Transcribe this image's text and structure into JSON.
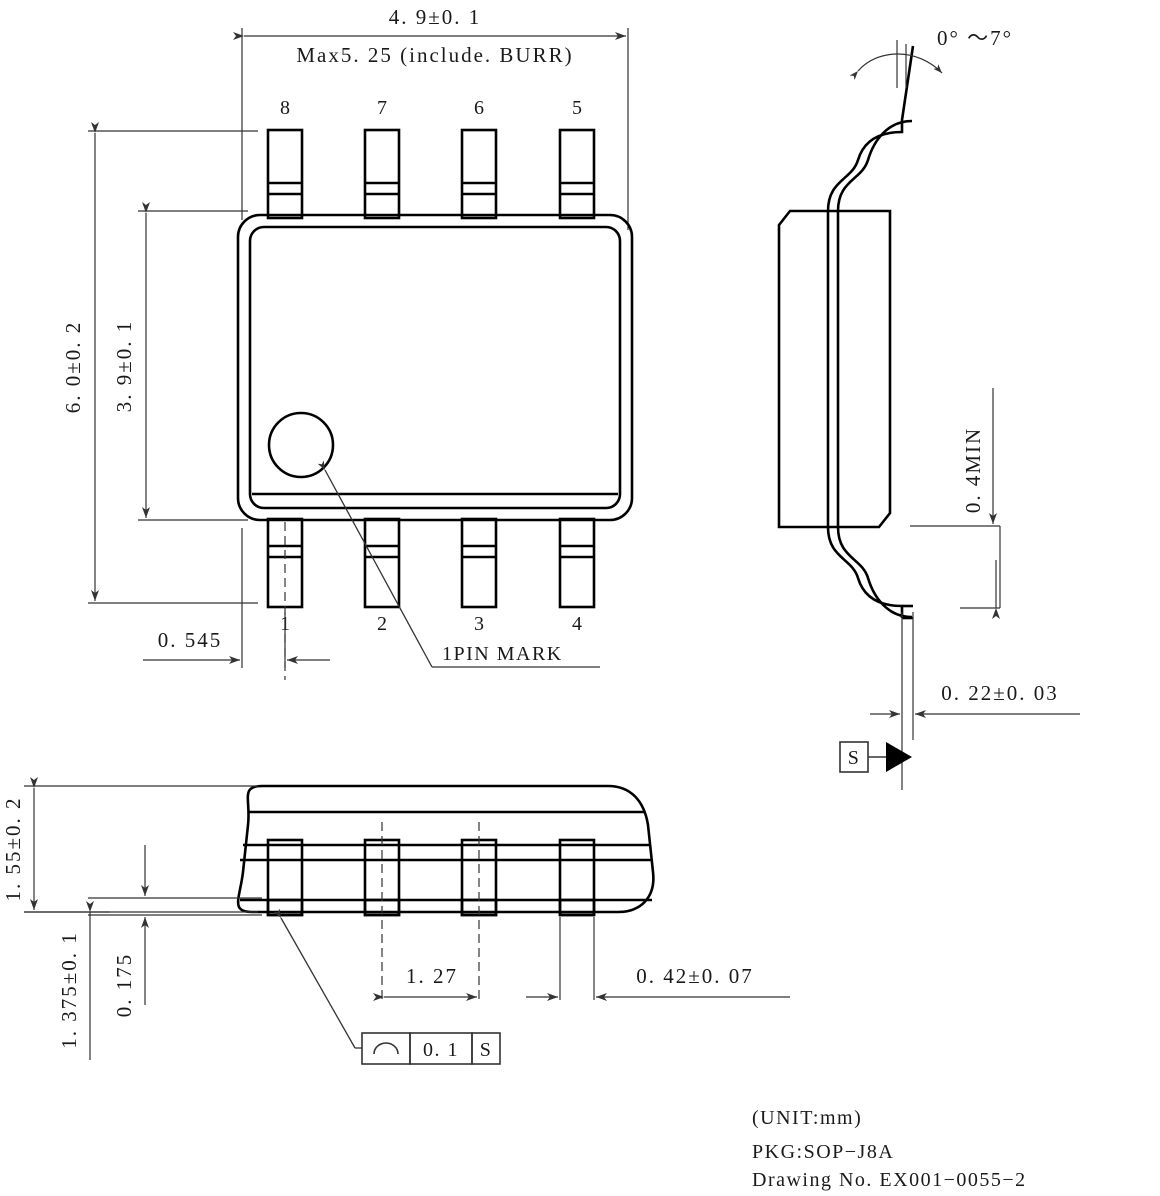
{
  "drawing": {
    "title_block": {
      "unit": "(UNIT:mm)",
      "package": "PKG:SOP−J8A",
      "drawing_no": "Drawing  No. EX001−0055−2"
    },
    "views": {
      "top": {
        "name": "top-view",
        "dimensions": {
          "body_width": "4. 9±0. 1",
          "body_width_note": "Max5. 25 (include. BURR)",
          "overall_length": "6. 0±0. 2",
          "body_length": "3. 9±0. 1",
          "lead_offset": "0. 545"
        },
        "pin_numbers_top": [
          "8",
          "7",
          "6",
          "5"
        ],
        "pin_numbers_bottom": [
          "1",
          "2",
          "3",
          "4"
        ],
        "pin_mark_label": "1PIN  MARK"
      },
      "side": {
        "name": "side-view",
        "dimensions": {
          "lead_angle": "0° ～7°",
          "standoff": "0. 4MIN",
          "lead_thickness": "0. 22±0. 03"
        },
        "datum": "S"
      },
      "front": {
        "name": "front-view",
        "dimensions": {
          "overall_height": "1. 55±0. 2",
          "body_height": "1. 375±0. 1",
          "standoff_height": "0. 175",
          "lead_pitch": "1. 27",
          "lead_width": "0. 42±0. 07"
        },
        "feature_control_frame": {
          "symbol": "profile-of-surface-icon",
          "tolerance": "0. 1",
          "datum": "S"
        }
      }
    },
    "colors": {
      "outline": "#000000",
      "dimension": "#333333",
      "background": "#ffffff"
    }
  }
}
